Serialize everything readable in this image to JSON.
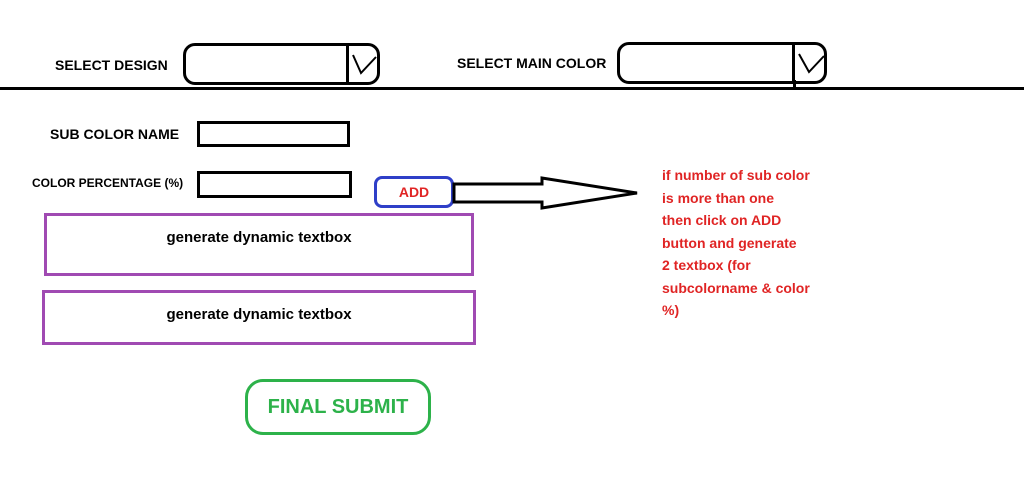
{
  "header": {
    "select_design_label": "SELECT DESIGN",
    "select_main_color_label": "SELECT MAIN COLOR",
    "select_design_value": "",
    "select_main_color_value": ""
  },
  "form": {
    "sub_color_name_label": "SUB COLOR NAME",
    "color_percentage_label": "COLOR PERCENTAGE (%)",
    "sub_color_name_value": "",
    "color_percentage_value": "",
    "add_button_label": "ADD"
  },
  "dynamic": {
    "box1_text": "generate dynamic textbox",
    "box2_text": "generate dynamic textbox"
  },
  "note": {
    "lines": [
      "if number of sub color",
      "is more than one",
      "then click on ADD",
      "button and generate",
      "2 textbox (for",
      "subcolorname & color",
      "%)"
    ]
  },
  "footer": {
    "final_submit_label": "FINAL SUBMIT"
  },
  "colors": {
    "add_border": "#2f3fc8",
    "add_text": "#e02424",
    "dynamic_border": "#a04ab2",
    "note_text": "#e02424",
    "final_submit": "#2db24a"
  }
}
